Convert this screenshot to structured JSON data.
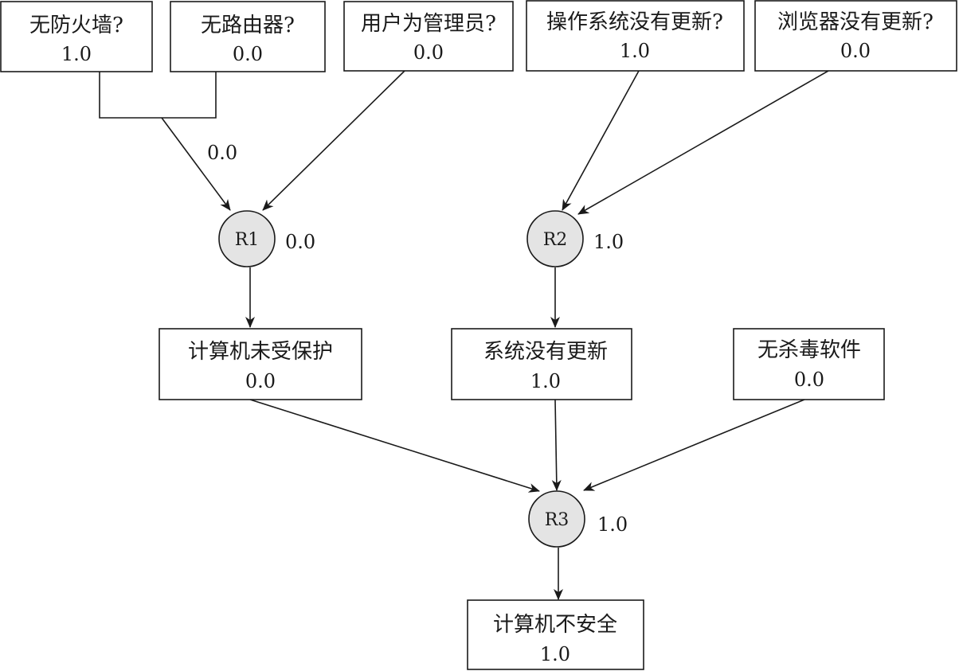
{
  "nodes": {
    "no_firewall": {
      "label": "无防火墙?",
      "value": "1.0"
    },
    "no_router": {
      "label": "无路由器?",
      "value": "0.0"
    },
    "user_admin": {
      "label": "用户为管理员?",
      "value": "0.0"
    },
    "os_not_updated": {
      "label": "操作系统没有更新?",
      "value": "1.0"
    },
    "browser_not_updated": {
      "label": "浏览器没有更新?",
      "value": "0.0"
    },
    "unprotected": {
      "label": "计算机未受保护",
      "value": "0.0"
    },
    "system_not_updated": {
      "label": "系统没有更新",
      "value": "1.0"
    },
    "no_antivirus": {
      "label": "无杀毒软件",
      "value": "0.0"
    },
    "insecure": {
      "label": "计算机不安全",
      "value": "1.0"
    }
  },
  "rules": {
    "r1": {
      "name": "R1",
      "value": "0.0"
    },
    "r2": {
      "name": "R2",
      "value": "1.0"
    },
    "r3": {
      "name": "R3",
      "value": "1.0"
    }
  },
  "edges": {
    "and_join_value": "0.0"
  }
}
